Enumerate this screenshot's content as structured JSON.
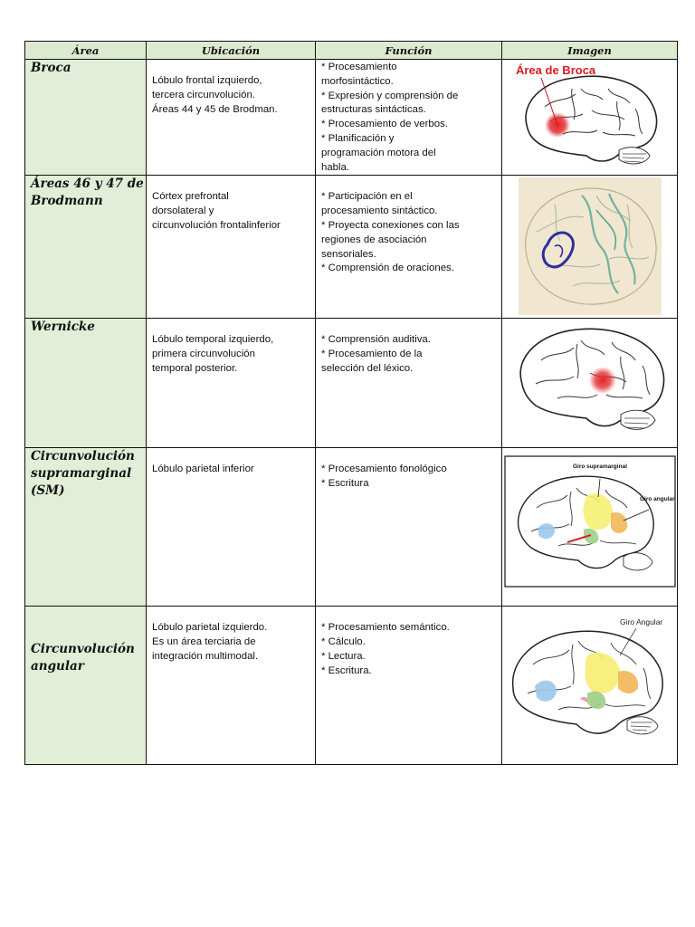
{
  "headers": {
    "area": "Área",
    "location": "Ubicación",
    "function": "Función",
    "image": "Imagen"
  },
  "rows": [
    {
      "area": [
        "Broca"
      ],
      "location": [
        "Lóbulo frontal izquierdo,",
        "tercera circunvolución.",
        "Áreas 44 y 45 de Brodman."
      ],
      "function": [
        " * Procesamiento",
        "morfosintáctico.",
        " * Expresión y comprensión de",
        "estructuras sintácticas.",
        " * Procesamiento de verbos.",
        " * Planificación y",
        "programación motora del",
        "habla."
      ],
      "image_label": "Área de Broca"
    },
    {
      "area": [
        "Áreas 46 y 47 de",
        "Brodmann"
      ],
      "location": [
        "Córtex prefrontal",
        "dorsolateral y",
        "circunvolución frontalinferior"
      ],
      "function": [
        " * Participación en el",
        "procesamiento sintáctico.",
        " * Proyecta conexiones con las",
        "regiones de asociación",
        "sensoriales.",
        " * Comprensión de oraciones."
      ],
      "image_label": ""
    },
    {
      "area": [
        "Wernicke"
      ],
      "location": [
        "Lóbulo temporal izquierdo,",
        "primera circunvolución",
        "temporal posterior."
      ],
      "function": [
        " * Comprensión auditiva.",
        " * Procesamiento de la",
        "selección del léxico."
      ],
      "image_label": ""
    },
    {
      "area": [
        "Circunvolución",
        "supramarginal",
        "(SM)"
      ],
      "location": [
        "Lóbulo parietal inferior"
      ],
      "function": [
        " * Procesamiento fonológico",
        " * Escritura"
      ],
      "image_label": "Giro supramarginal",
      "image_label2": "Giro angular"
    },
    {
      "area": [
        "Circunvolución",
        "angular"
      ],
      "location": [
        "Lóbulo parietal izquierdo.",
        "Es un área terciaria de",
        "integración multimodal."
      ],
      "function": [
        " * Procesamiento semántico.",
        " * Cálculo.",
        " * Lectura.",
        " * Escritura."
      ],
      "image_label": "Giro Angular"
    }
  ],
  "colors": {
    "header_bg": "#dcead0",
    "area_bg": "#e2eed7",
    "highlight_red": "#e3242b"
  }
}
